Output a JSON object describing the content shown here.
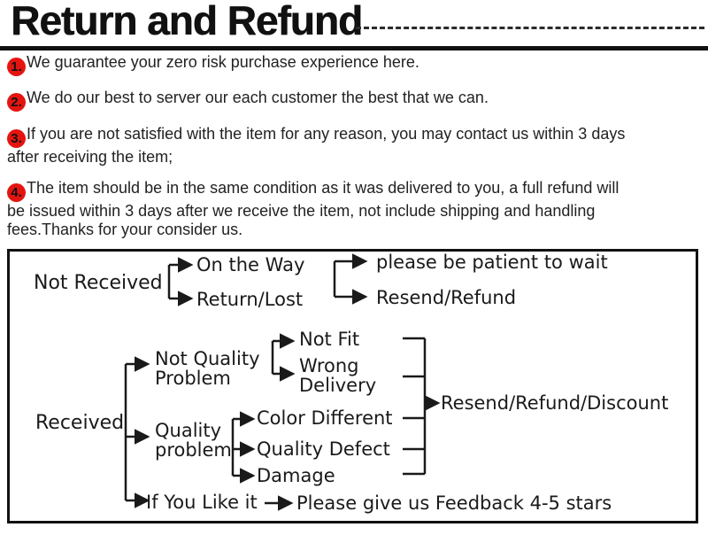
{
  "header": {
    "title": "Return and Refund"
  },
  "colors": {
    "badge_red": "#e41510",
    "text": "#1a1a1a",
    "line": "#1a1a1a"
  },
  "points": [
    {
      "num": "1.",
      "lines": [
        "We guarantee your zero risk purchase experience here."
      ]
    },
    {
      "num": "2.",
      "lines": [
        "We do our best to server our each customer the best that we can."
      ]
    },
    {
      "num": "3.",
      "lines": [
        "If you are not satisfied with the item for any reason, you may contact us within 3 days",
        "after receiving the item;"
      ]
    },
    {
      "num": "4.",
      "lines": [
        "The item should be in the same condition as it was delivered to you, a full refund will",
        "be issued within 3 days after we receive the item, not include shipping and handling",
        "fees.Thanks for your consider us."
      ]
    }
  ],
  "flowchart": {
    "not_received": "Not Received",
    "on_the_way": "On the Way",
    "return_lost": "Return/Lost",
    "be_patient": "please be patient to wait",
    "resend_refund": "Resend/Refund",
    "received": "Received",
    "not_quality_problem": "Not Quality Problem",
    "quality_problem": "Quality problem",
    "not_fit": "Not Fit",
    "wrong_delivery": "Wrong Delivery",
    "color_different": "Color Different",
    "quality_defect": "Quality Defect",
    "damage": "Damage",
    "resend_refund_discount": "Resend/Refund/Discount",
    "if_you_like": "If You Like it",
    "feedback": "Please give us Feedback 4-5 stars"
  }
}
